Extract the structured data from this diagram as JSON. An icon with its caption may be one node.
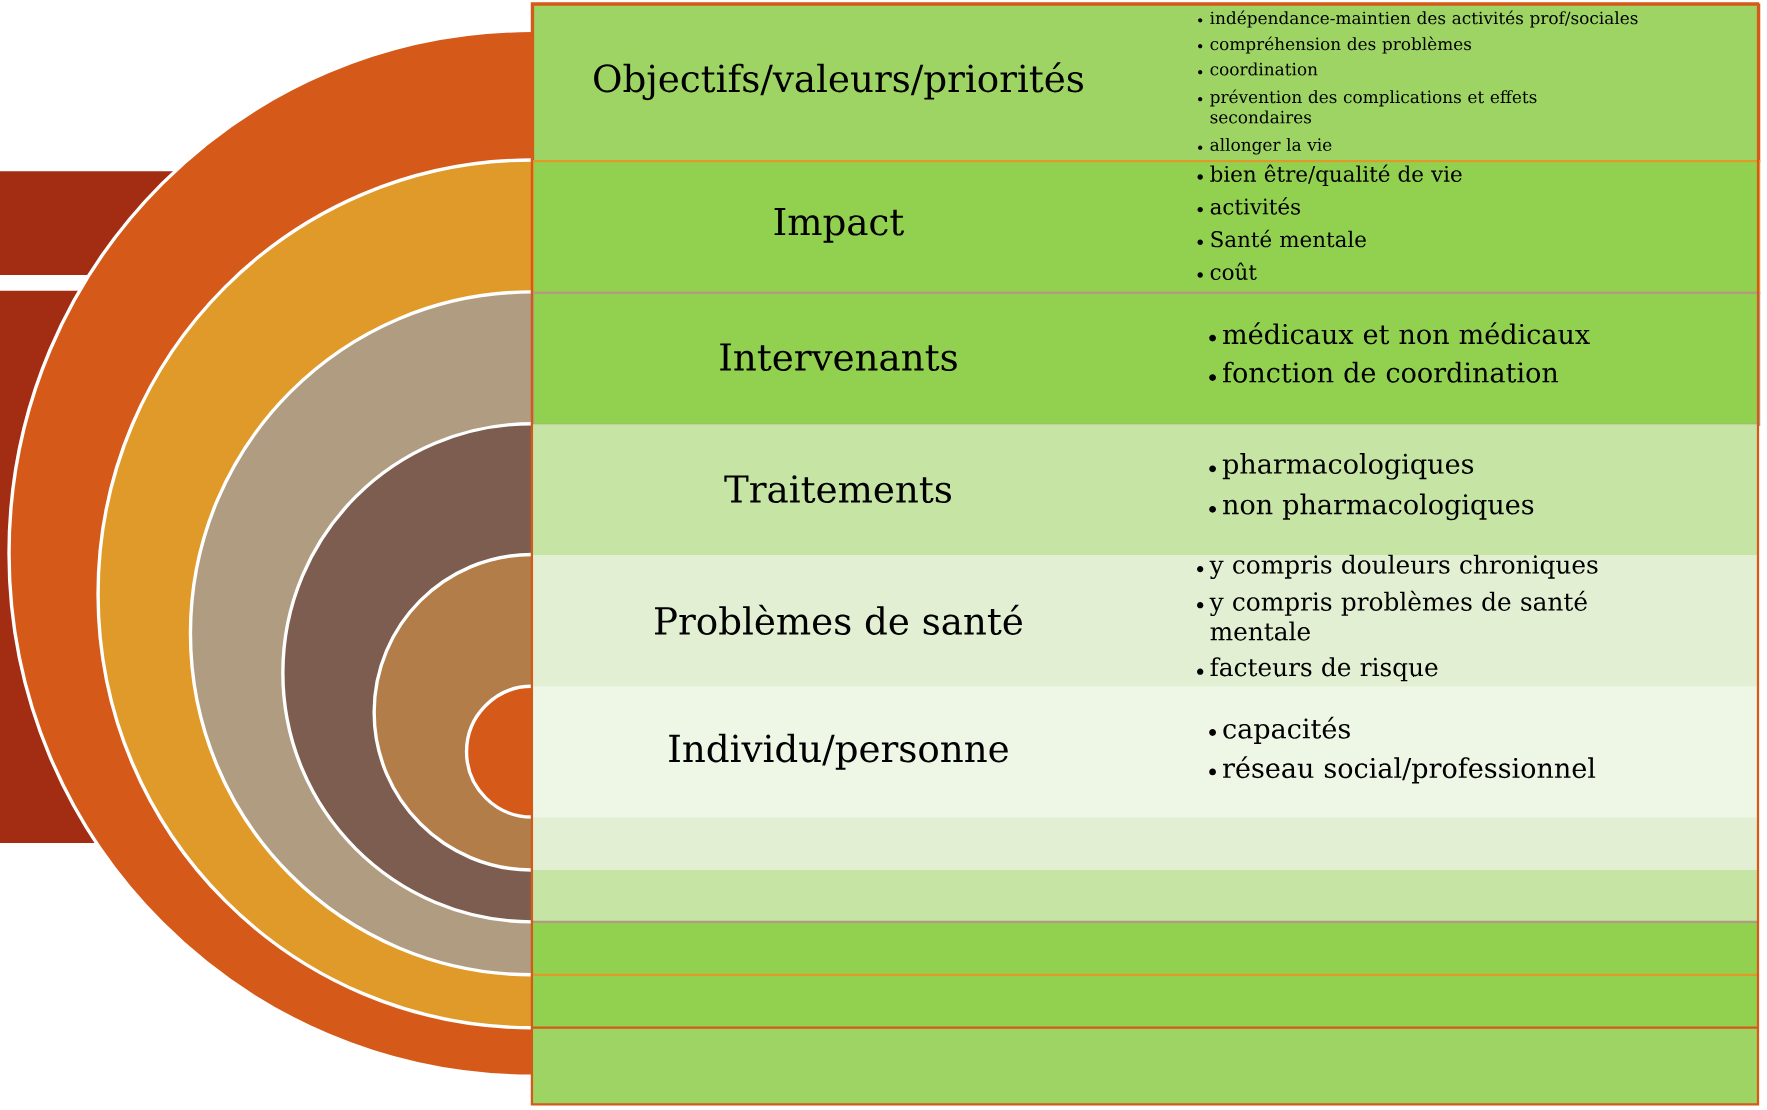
{
  "diagram": {
    "nodes": [
      {
        "text": [
          "Objectifs/valeurs/priorités",
          "indépendance-maintien des activités prof/sociales",
          "compréhension des problèmes",
          "coordination",
          "prévention des complications et effets secondaires",
          "allonger la vie"
        ]
      },
      {
        "text": [
          "Impact",
          "bien être/qualité de vie",
          "activités",
          "Santé mentale",
          "coût"
        ]
      },
      {
        "text": [
          "Intervenants",
          "médicaux et non médicaux",
          "fonction de coordination"
        ]
      },
      {
        "text": [
          "Traitements",
          "pharmacologiques",
          "non pharmacologiques"
        ]
      },
      {
        "text": [
          "Problèmes de santé",
          "y compris douleurs chroniques",
          "y compris problèmes de santé mentale",
          "facteurs de risque"
        ]
      },
      {
        "text": [
          "Individu/personne",
          "capacités",
          "réseau social/professionnel"
        ]
      }
    ]
  }
}
